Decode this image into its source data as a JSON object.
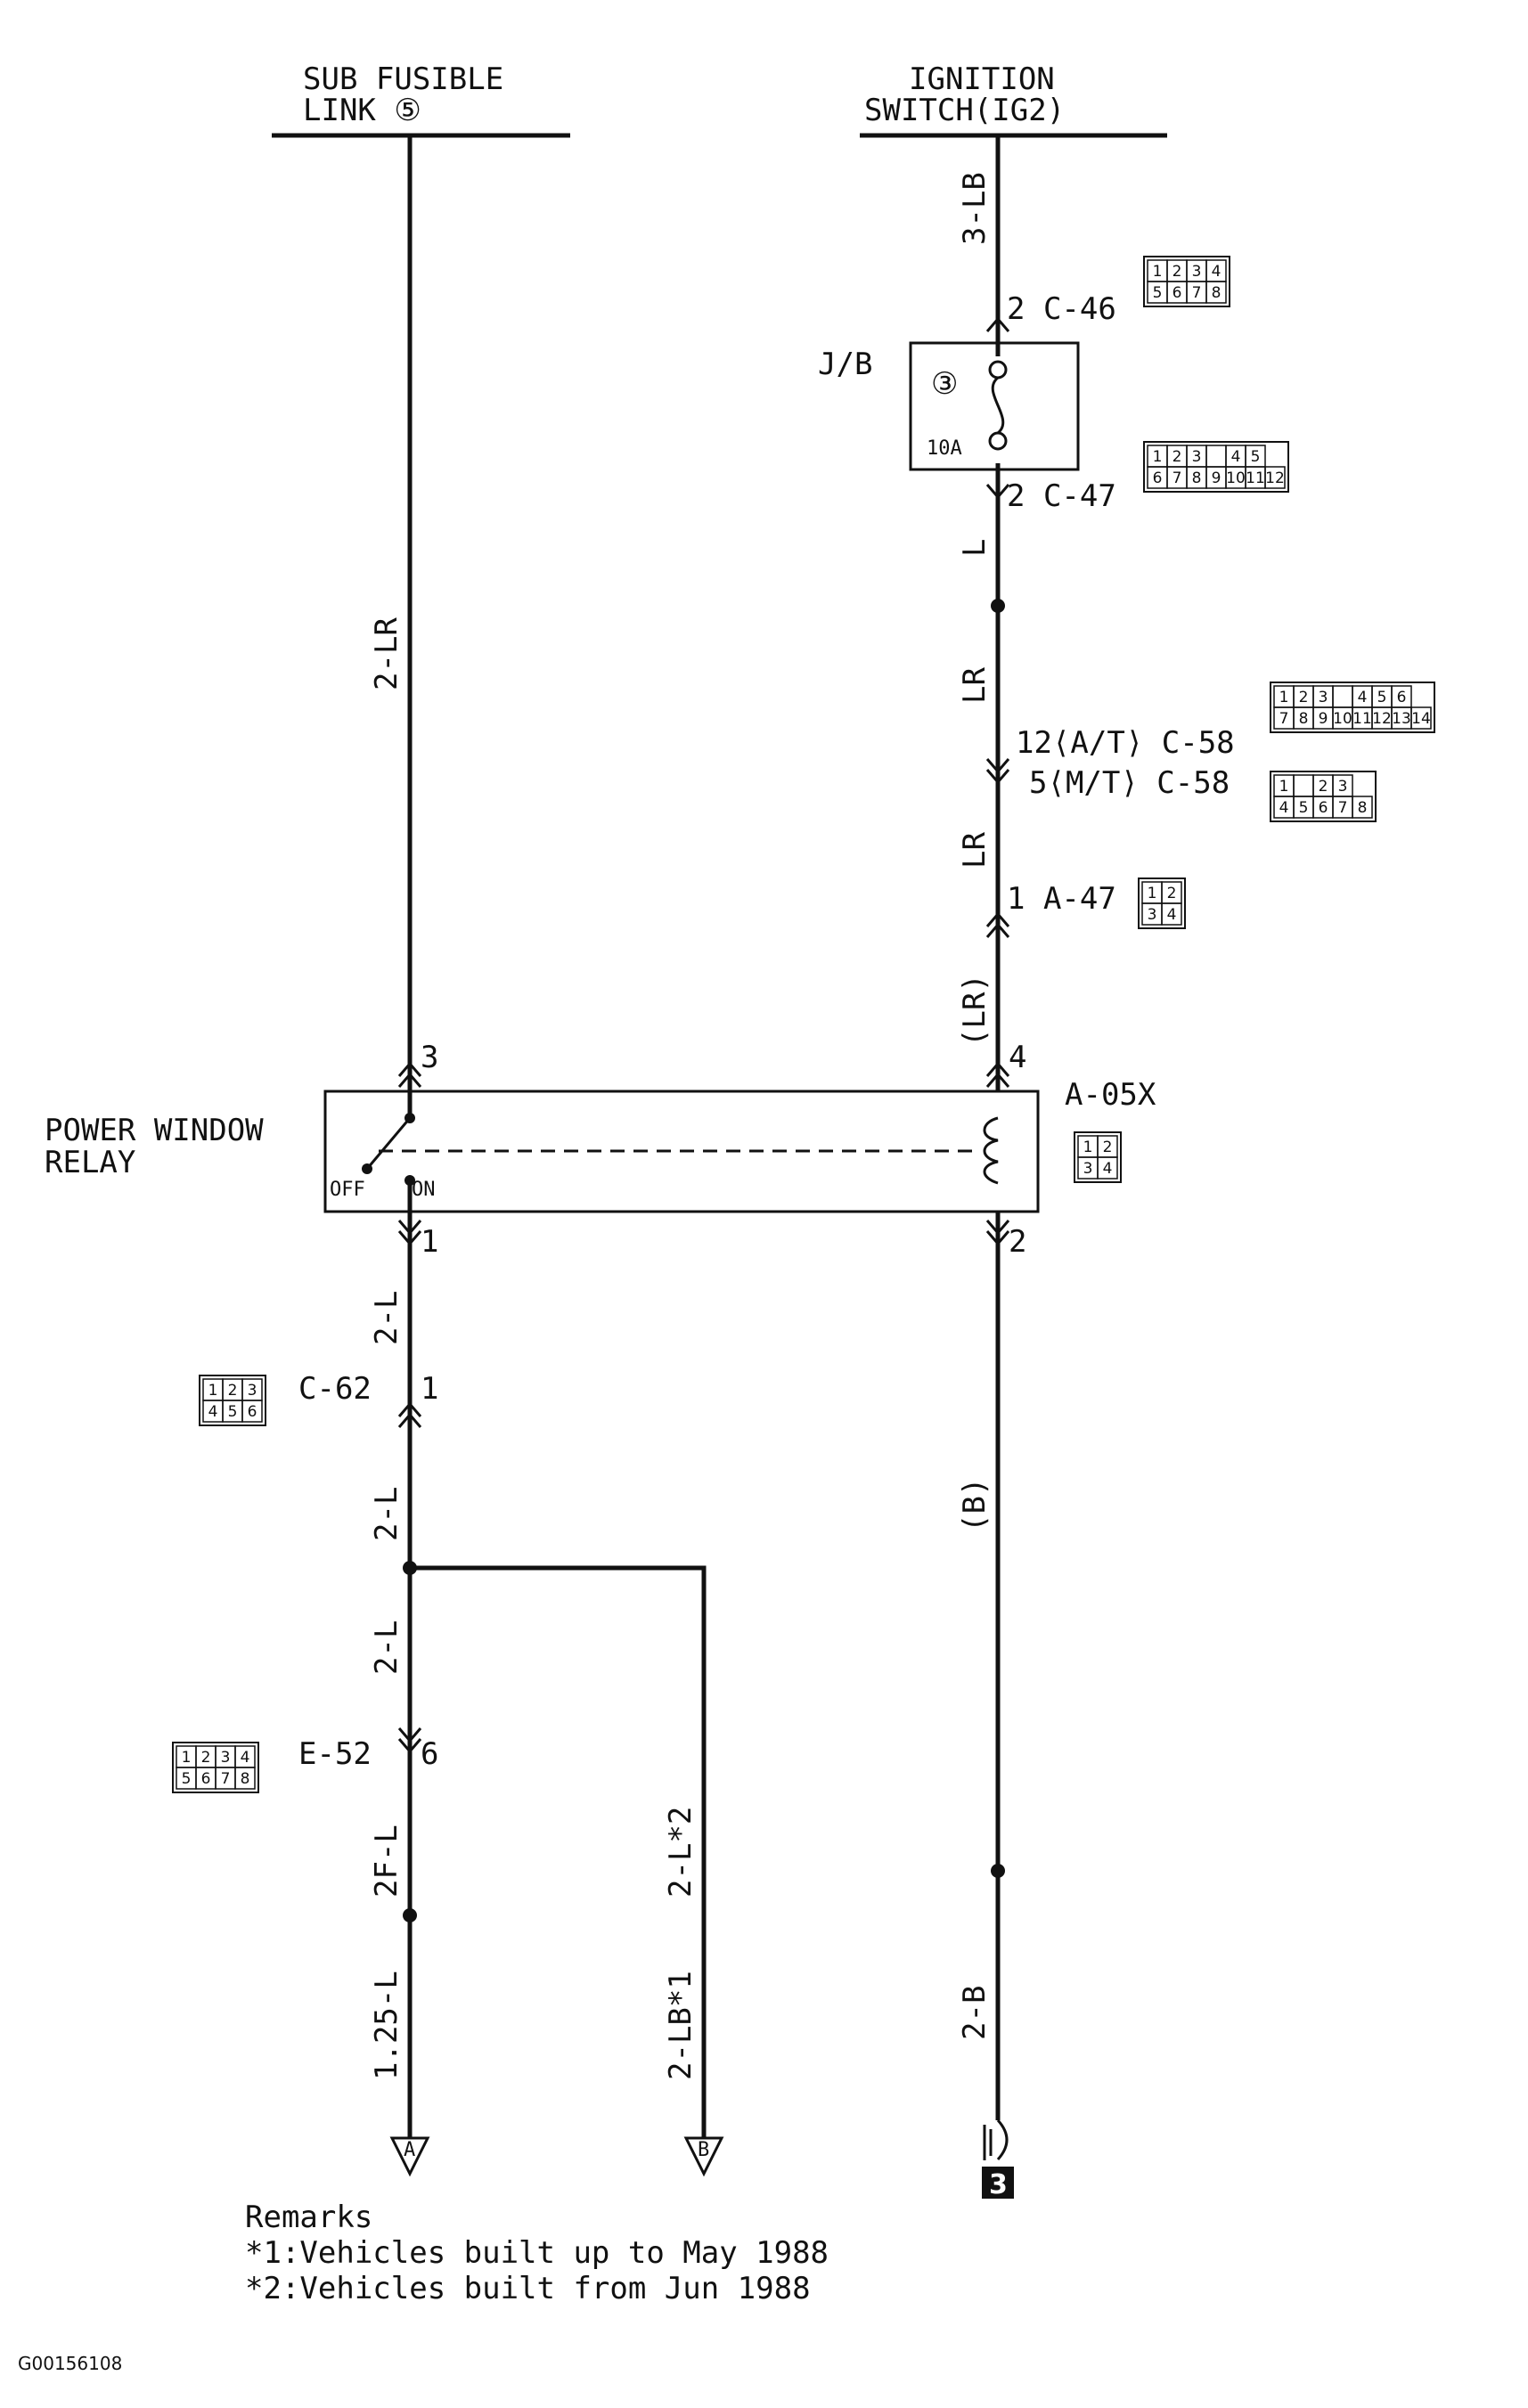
{
  "header": {
    "sub_fusible_line1": "SUB FUSIBLE",
    "sub_fusible_line2": "LINK ⑤",
    "ignition_line1": "IGNITION",
    "ignition_line2": "SWITCH(IG2)"
  },
  "wires": {
    "w_3lb": "3-LB",
    "w_l": "L",
    "w_lr_top": "LR",
    "w_lr_mid": "LR",
    "w_lr_paren": "(LR)",
    "w_2lr": "2-LR",
    "w_2l_a": "2-L",
    "w_2l_b": "2-L",
    "w_2l_c": "2-L",
    "w_2fl": "2F-L",
    "w_125l": "1.25-L",
    "w_2lb1": "2-LB*1",
    "w_2l2": "2-L*2",
    "w_b_paren": "(B)",
    "w_2b": "2-B"
  },
  "connectors": {
    "c46": "2  C-46",
    "c47": "2  C-47",
    "c58_at": "12⟨A/T⟩ C-58",
    "c58_mt": "5⟨M/T⟩ C-58",
    "a47": "1  A-47",
    "a05x": "A-05X",
    "c62": "C-62",
    "c62_pin": "1",
    "e52": "E-52",
    "e52_pin": "6"
  },
  "connector_cells": {
    "c46": [
      [
        "1",
        "2",
        "3",
        "4"
      ],
      [
        "5",
        "6",
        "7",
        "8"
      ]
    ],
    "c47": [
      [
        "1",
        "2",
        "3",
        "",
        "4",
        "5"
      ],
      [
        "6",
        "7",
        "8",
        "9",
        "10",
        "11",
        "12"
      ]
    ],
    "c58_at": [
      [
        "1",
        "2",
        "3",
        "",
        "4",
        "5",
        "6"
      ],
      [
        "7",
        "8",
        "9",
        "10",
        "11",
        "12",
        "13",
        "14"
      ]
    ],
    "c58_mt": [
      [
        "1",
        "",
        "2",
        "3"
      ],
      [
        "4",
        "5",
        "6",
        "7",
        "8"
      ]
    ],
    "a47": [
      [
        "1",
        "2"
      ],
      [
        "3",
        "4"
      ]
    ],
    "a05x": [
      [
        "1",
        "2"
      ],
      [
        "3",
        "4"
      ]
    ],
    "c62": [
      [
        "1",
        "2",
        "3"
      ],
      [
        "4",
        "5",
        "6"
      ]
    ],
    "e52": [
      [
        "1",
        "2",
        "3",
        "4"
      ],
      [
        "5",
        "6",
        "7",
        "8"
      ]
    ]
  },
  "junction_block": {
    "label": "J/B",
    "fuse_number": "③",
    "fuse_rating": "10A"
  },
  "relay": {
    "label_line1": "POWER WINDOW",
    "label_line2": "RELAY",
    "pin_3": "3",
    "pin_4": "4",
    "pin_1": "1",
    "pin_2": "2",
    "off": "OFF",
    "on": "ON"
  },
  "terminals": {
    "a": "A",
    "b": "B",
    "ground": "3"
  },
  "remarks": {
    "title": "Remarks",
    "note1": "*1:Vehicles built up to May 1988",
    "note2": "*2:Vehicles built from Jun 1988"
  },
  "figure_id": "G00156108"
}
